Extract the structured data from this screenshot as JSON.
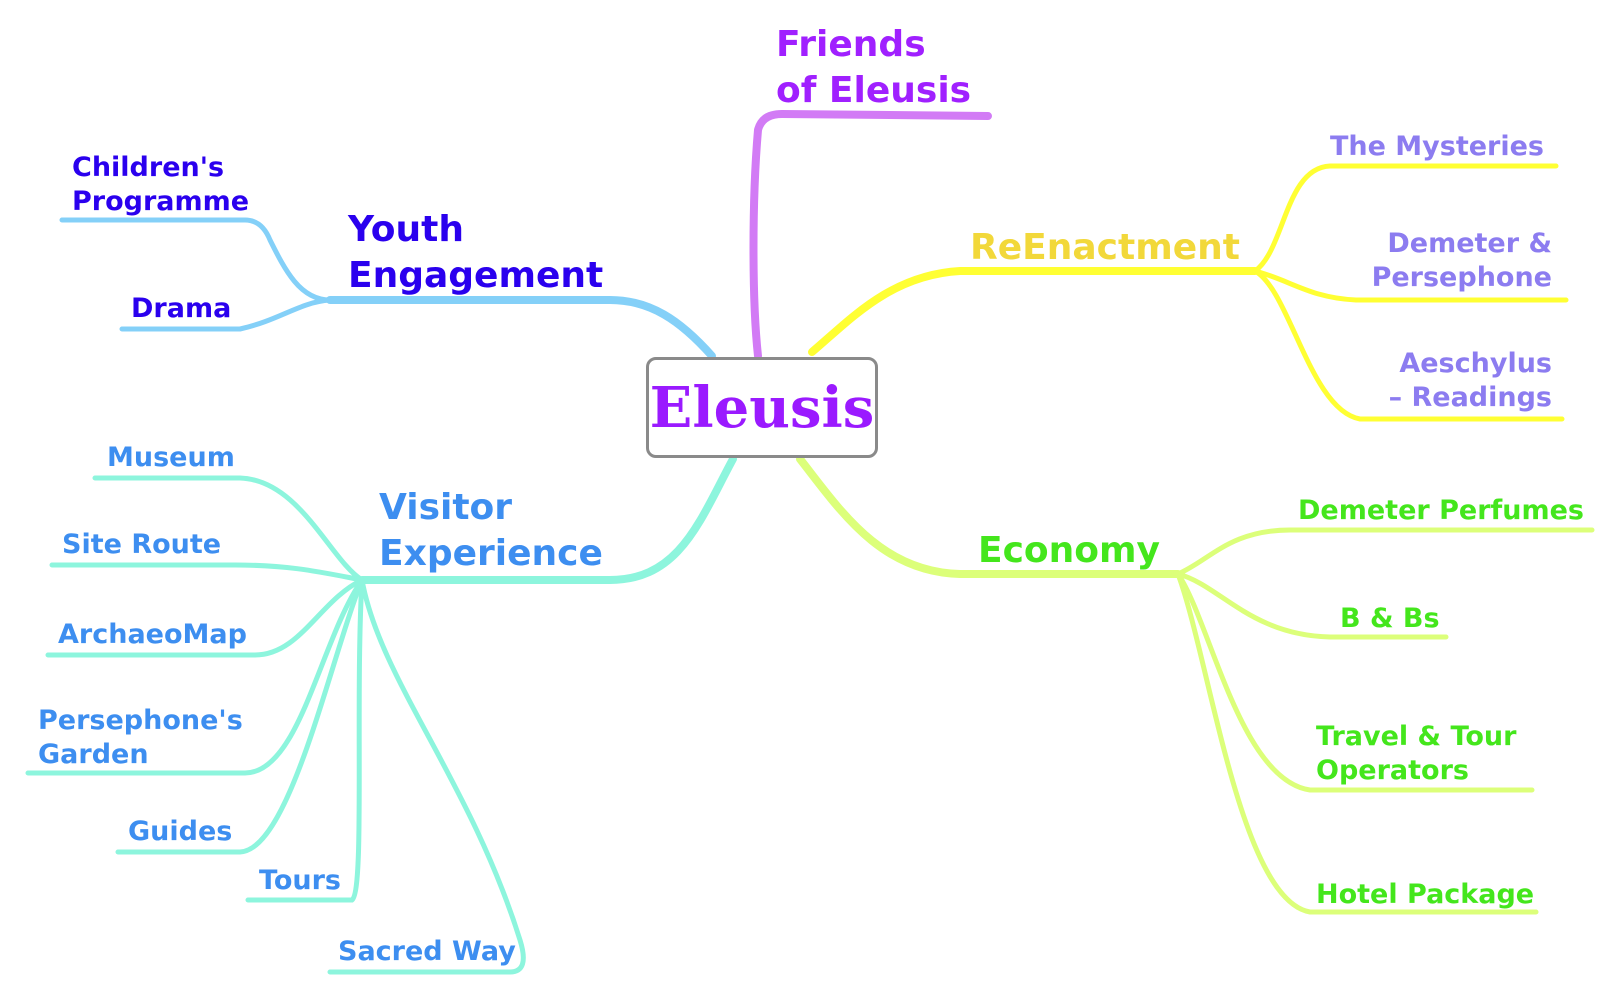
{
  "central": {
    "label": "Eleusis",
    "color": "#9a1aff"
  },
  "branches": {
    "friends": {
      "label_line1": "Friends",
      "label_line2": "of Eleusis",
      "color": "#a020ff",
      "line_color": "#d27bf5"
    },
    "youth": {
      "label_line1": "Youth",
      "label_line2": "Engagement",
      "color": "#2a00ee",
      "line_color": "#84d0f8",
      "children": [
        {
          "line1": "Children's",
          "line2": "Programme"
        },
        {
          "line1": "Drama"
        }
      ]
    },
    "reenactment": {
      "label": "ReEnactment",
      "color": "#f2d83a",
      "line_color": "#ffff33",
      "child_color": "#8c7cf0",
      "children": [
        {
          "line1": "The Mysteries"
        },
        {
          "line1": "Demeter &",
          "line2": "Persephone"
        },
        {
          "line1": "Aeschylus",
          "line2": "– Readings"
        }
      ]
    },
    "visitor": {
      "label_line1": "Visitor",
      "label_line2": "Experience",
      "color": "#3d8ef0",
      "line_color": "#8df5dd",
      "children": [
        {
          "line1": "Museum"
        },
        {
          "line1": "Site Route"
        },
        {
          "line1": "ArchaeoMap"
        },
        {
          "line1": "Persephone's",
          "line2": "Garden"
        },
        {
          "line1": "Guides"
        },
        {
          "line1": "Tours"
        },
        {
          "line1": "Sacred Way"
        }
      ]
    },
    "economy": {
      "label": "Economy",
      "color": "#44e61c",
      "line_color": "#dcff7a",
      "children": [
        {
          "line1": "Demeter Perfumes"
        },
        {
          "line1": "B & Bs"
        },
        {
          "line1": "Travel & Tour",
          "line2": "Operators"
        },
        {
          "line1": "Hotel Package"
        }
      ]
    }
  }
}
